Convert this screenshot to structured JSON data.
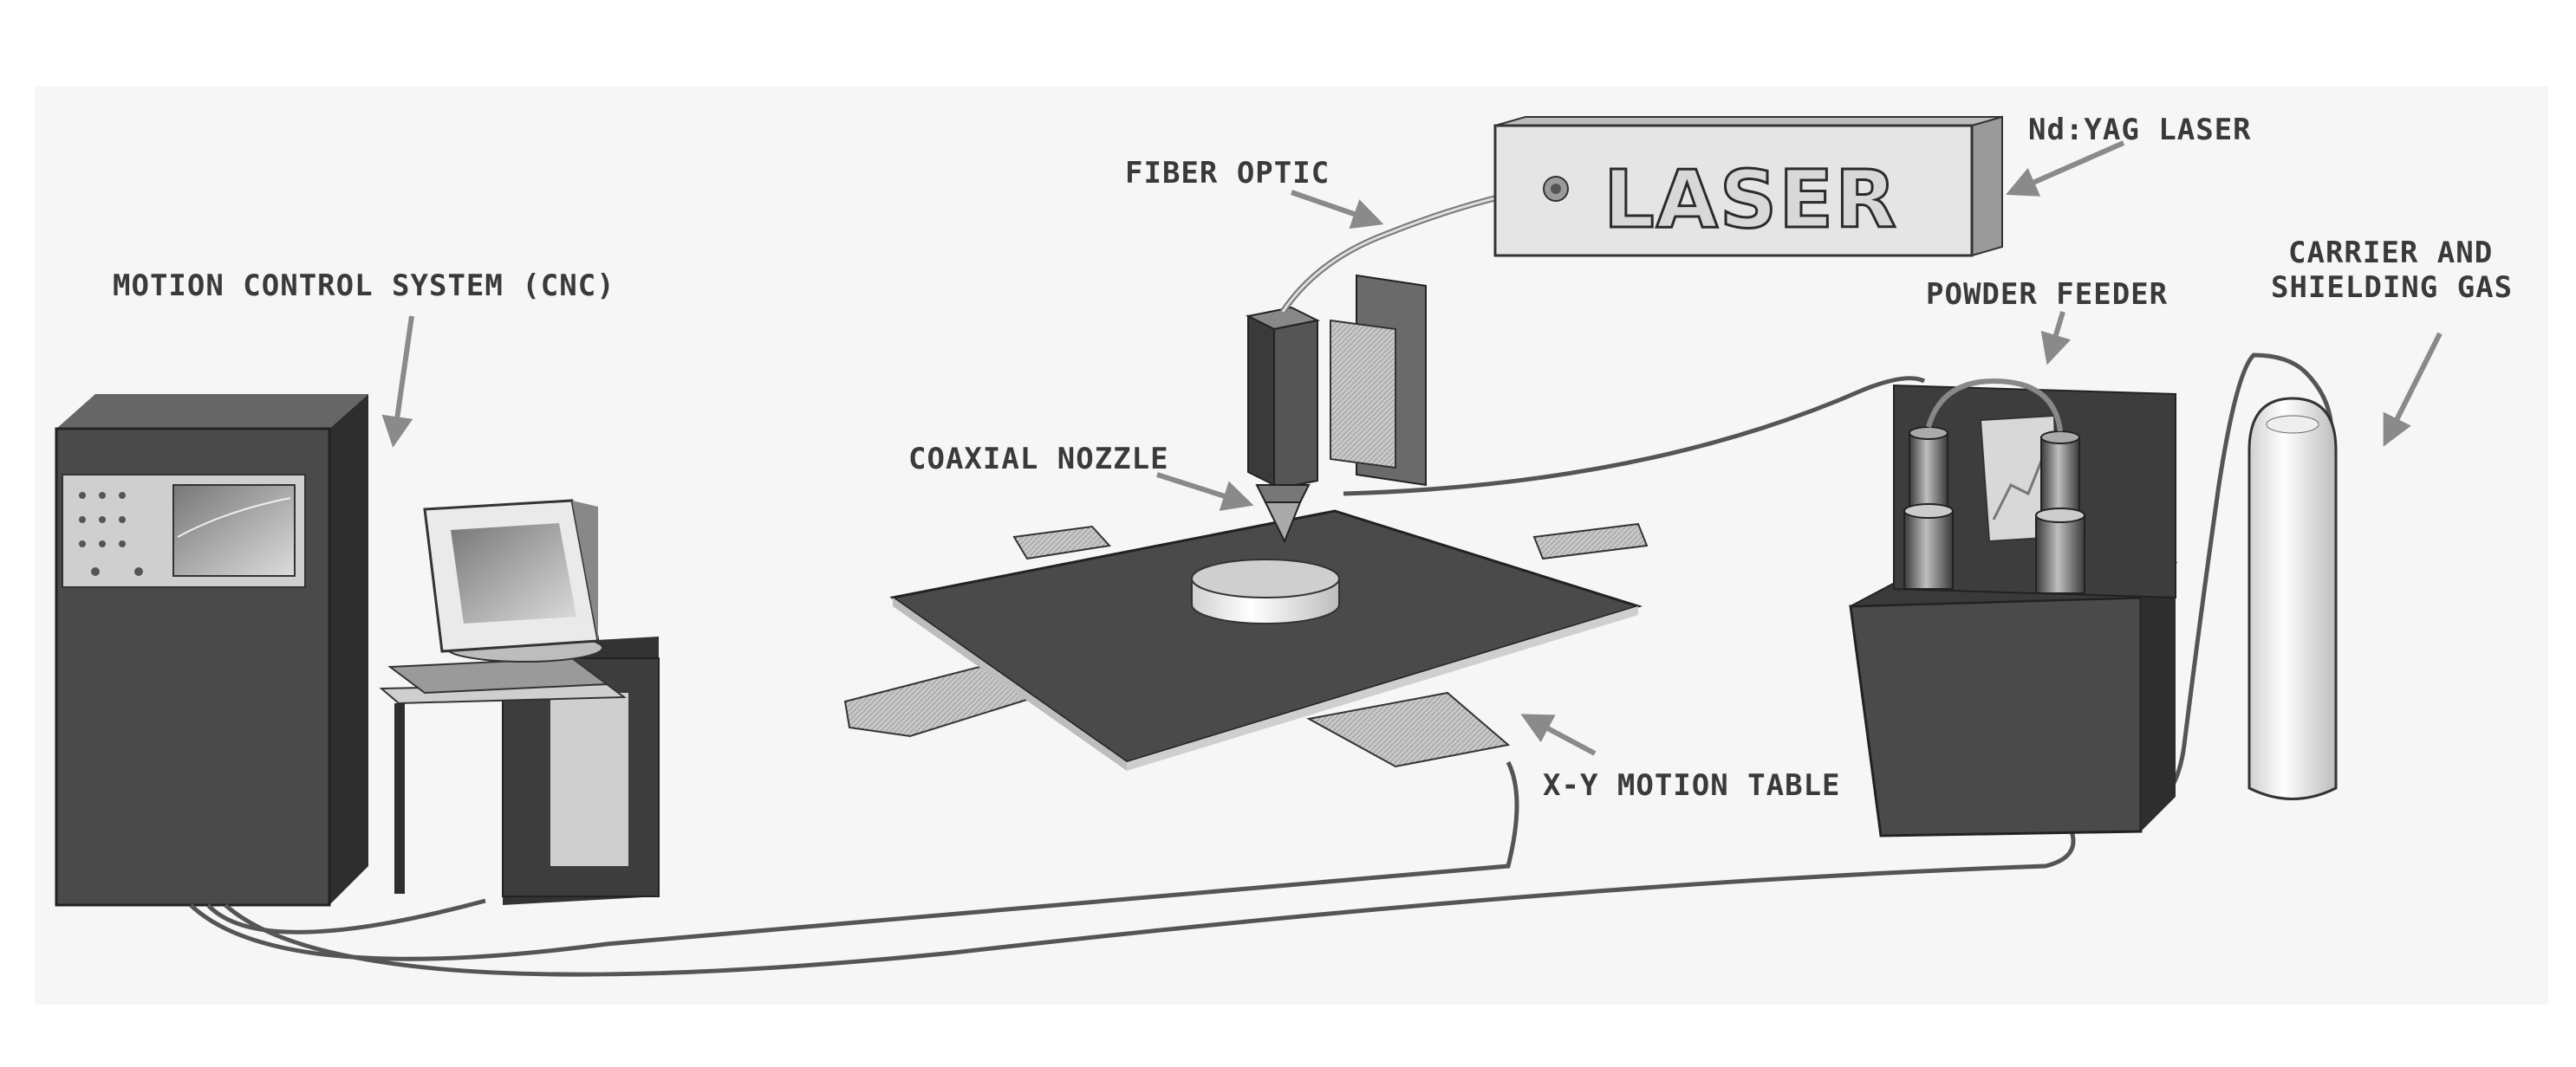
{
  "labels": {
    "motion_control": "MOTION CONTROL SYSTEM (CNC)",
    "fiber_optic": "FIBER OPTIC",
    "laser_type": "Nd:YAG  LASER",
    "coaxial_nozzle": "COAXIAL NOZZLE",
    "powder_feeder": "POWDER FEEDER",
    "carrier_gas_line1": "CARRIER AND",
    "carrier_gas_line2": "SHIELDING GAS",
    "xy_table": "X-Y MOTION TABLE",
    "laser_box_text": "LASER"
  },
  "colors": {
    "background": "#ffffff",
    "panel_bg": "#f6f6f6",
    "arrow": "#8a8a8a",
    "dark_body": "#4a4a4a",
    "darker_body": "#2e2e2e",
    "light_face": "#cfcfcf",
    "label_text": "#3a3a3a"
  }
}
